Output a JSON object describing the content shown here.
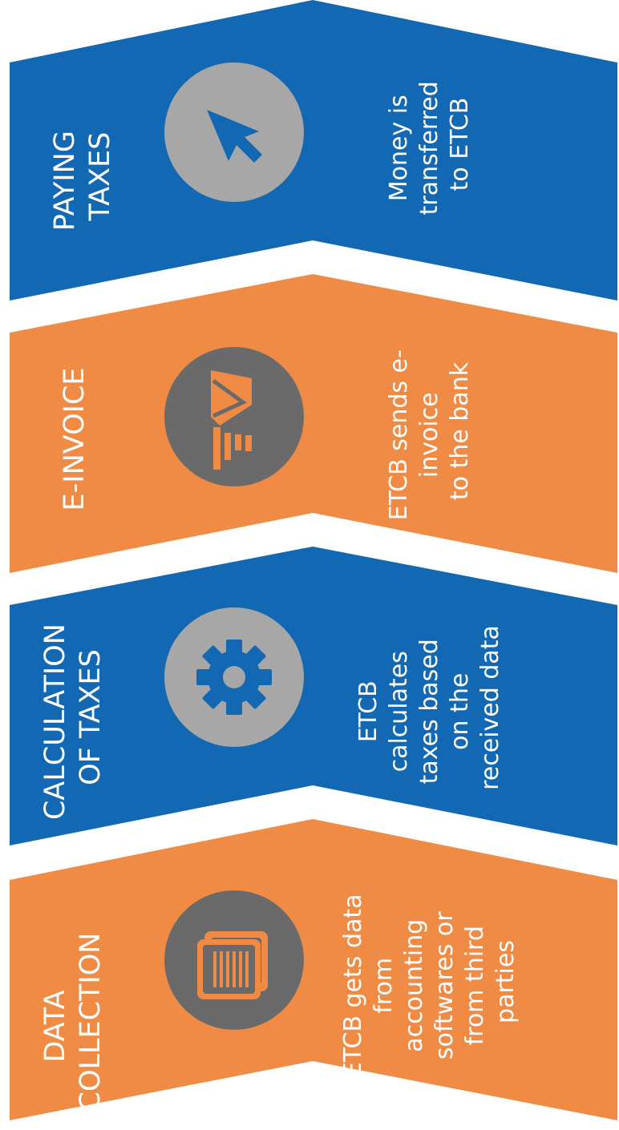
{
  "colors": {
    "blue": "#1268b3",
    "orange": "#f08b45",
    "circle_light": "#a7a7a7",
    "circle_dark": "#6a6a6a",
    "text": "#ffffff"
  },
  "steps": [
    {
      "title_lines": [
        "PAYING",
        "TAXES"
      ],
      "icon": "cursor-icon",
      "desc_lines": [
        "Money is",
        "transferred",
        "to ETCB"
      ]
    },
    {
      "title_lines": [
        "E-INVOICE"
      ],
      "icon": "envelope-send-icon",
      "desc_lines": [
        "ETCB sends e-",
        "invoice",
        "to the bank"
      ]
    },
    {
      "title_lines": [
        "CALCULATION",
        "OF TAXES"
      ],
      "icon": "gear-icon",
      "desc_lines": [
        "ETCB",
        "calculates",
        "taxes based",
        "on the",
        "received data"
      ]
    },
    {
      "title_lines": [
        "DATA",
        "COLLECTION"
      ],
      "icon": "barcode-cards-icon",
      "desc_lines": [
        "ETCB gets data",
        "from",
        "accounting",
        "softwares or",
        "from third",
        "parties"
      ]
    }
  ]
}
